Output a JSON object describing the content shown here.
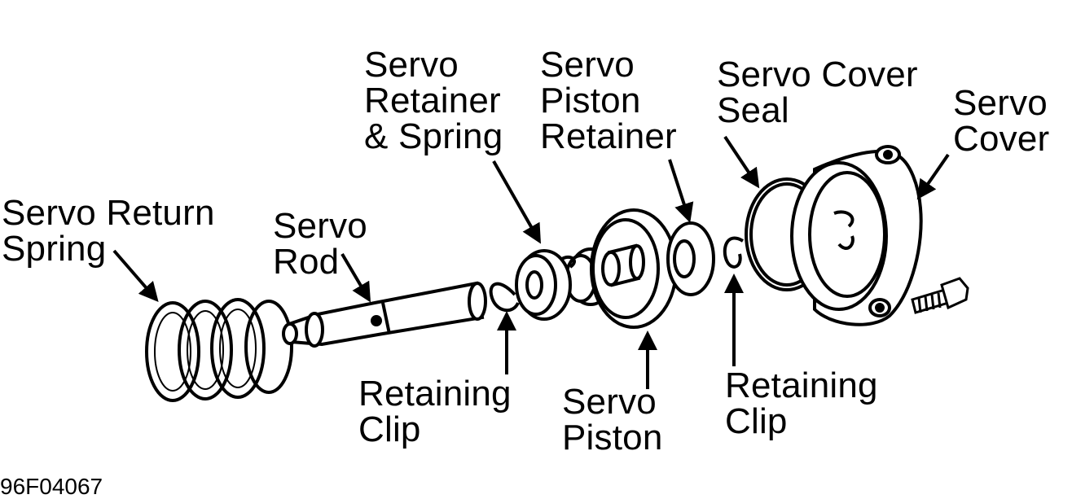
{
  "labels": {
    "return_spring": [
      "Servo Return",
      "Spring"
    ],
    "rod": [
      "Servo",
      "Rod"
    ],
    "retainer_spring": [
      "Servo",
      "Retainer",
      "& Spring"
    ],
    "piston_retainer": [
      "Servo",
      "Piston",
      "Retainer"
    ],
    "cover_seal": [
      "Servo Cover",
      "Seal"
    ],
    "cover": [
      "Servo",
      "Cover"
    ],
    "clip_left": [
      "Retaining",
      "Clip"
    ],
    "piston": [
      "Servo",
      "Piston"
    ],
    "clip_right": [
      "Retaining",
      "Clip"
    ]
  },
  "figure_code": "96F04067",
  "colors": {
    "ink": "#000000",
    "paper": "#ffffff"
  }
}
